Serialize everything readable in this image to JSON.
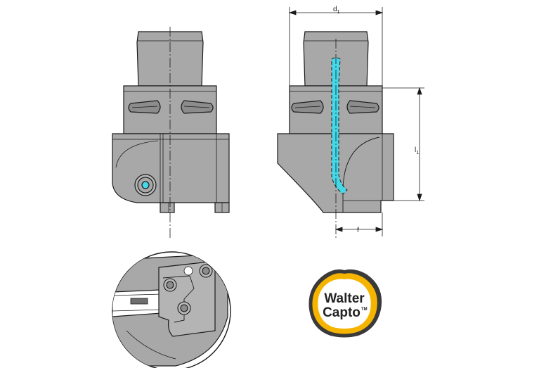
{
  "dimensions": {
    "d1": {
      "main": "d",
      "sub": "1"
    },
    "l1": {
      "main": "l",
      "sub": "1"
    },
    "f": {
      "main": "f",
      "sub": ""
    }
  },
  "logo": {
    "line1": "Walter",
    "line2": "Capto",
    "trademark": "TM",
    "colors": {
      "ring": "#f5b400",
      "ring_dark": "#3a3a3a",
      "fill": "#ffffff",
      "text": "#222222"
    }
  },
  "colors": {
    "body": "#a8a8a8",
    "body_dark": "#8c8c8c",
    "outline": "#1a1a1a",
    "coolant": "#44d8e8"
  }
}
